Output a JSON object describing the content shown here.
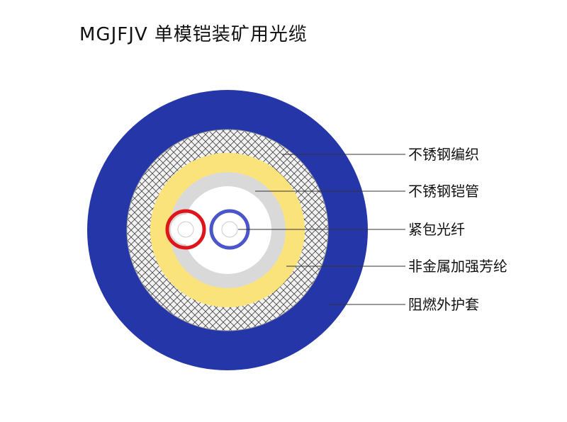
{
  "title": "MGJFJV 单模铠装矿用光缆",
  "colors": {
    "outer_sheath": "#2537a8",
    "braid_background": "#f2f2f2",
    "braid_lines": "#444444",
    "aramid_yarn": "#fbe37c",
    "steel_tube": "#d9d9d9",
    "core": "#ffffff",
    "fiber_red": "#e0151b",
    "fiber_blue": "#4b56c8",
    "leader_line": "#333333"
  },
  "layers": [
    {
      "id": "braid",
      "label": "不锈钢编织"
    },
    {
      "id": "steel-tube",
      "label": "不锈钢铠管"
    },
    {
      "id": "tight-fiber",
      "label": "紧包光纤"
    },
    {
      "id": "aramid",
      "label": "非金属加强芳纶"
    },
    {
      "id": "sheath",
      "label": "阻燃外护套"
    }
  ]
}
